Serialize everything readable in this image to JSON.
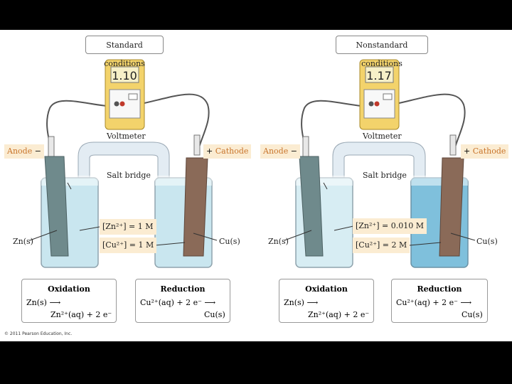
{
  "copyright": "© 2011 Pearson Education, Inc.",
  "panels": {
    "left": {
      "condition": "Standard conditions",
      "reading": "1.10",
      "voltmeter": "Voltmeter",
      "salt_bridge": "Salt bridge",
      "anode": "Anode",
      "anode_sign": "−",
      "cathode": "Cathode",
      "cathode_sign": "+",
      "zn": "Zn(s)",
      "cu": "Cu(s)",
      "zn_conc": "[Zn²⁺] = 1 M",
      "cu_conc": "[Cu²⁺] = 1 M",
      "ox_title": "Oxidation",
      "ox_line1": "Zn(s)  ⟶",
      "ox_line2": "Zn²⁺(aq) + 2 e⁻",
      "red_title": "Reduction",
      "red_line1": "Cu²⁺(aq) + 2 e⁻  ⟶",
      "red_line2": "Cu(s)"
    },
    "right": {
      "condition": "Nonstandard conditions",
      "reading": "1.17",
      "voltmeter": "Voltmeter",
      "salt_bridge": "Salt bridge",
      "anode": "Anode",
      "anode_sign": "−",
      "cathode": "Cathode",
      "cathode_sign": "+",
      "zn": "Zn(s)",
      "cu": "Cu(s)",
      "zn_conc": "[Zn²⁺] = 0.010 M",
      "cu_conc": "[Cu²⁺] = 2 M",
      "ox_title": "Oxidation",
      "ox_line1": "Zn(s)  ⟶",
      "ox_line2": "Zn²⁺(aq) + 2 e⁻",
      "red_title": "Reduction",
      "red_line1": "Cu²⁺(aq) + 2 e⁻  ⟶",
      "red_line2": "Cu(s)"
    }
  },
  "colors": {
    "zinc": "#6f8a8c",
    "copper": "#8a6a58",
    "meter": "#f3d36b",
    "std_solution": "#c9e6ef",
    "dilute_zn_solution": "#d7edf3",
    "conc_cu_solution": "#7fc0dc",
    "label_bg": "#fbecd2",
    "accent": "#c8742a"
  }
}
